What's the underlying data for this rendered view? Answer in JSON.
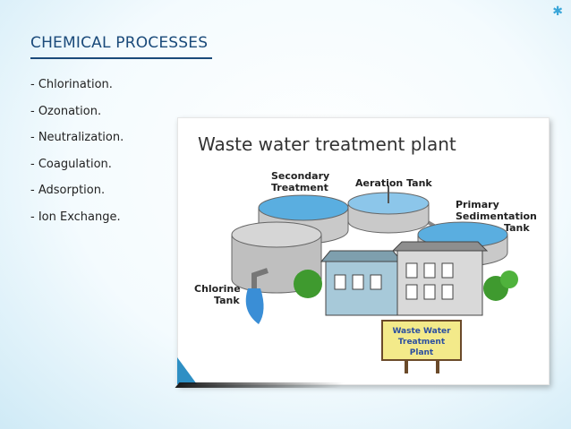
{
  "slide": {
    "title": "CHEMICAL PROCESSES",
    "bullets": [
      "- Chlorination.",
      "- Ozonation.",
      "- Neutralization.",
      "- Coagulation.",
      "- Adsorption.",
      "- Ion Exchange."
    ]
  },
  "figure": {
    "heading": "Waste water treatment plant",
    "labels": {
      "secondary": [
        "Secondary",
        "Treatment"
      ],
      "aeration": "Aeration Tank",
      "primary": [
        "Primary",
        "Sedimentation",
        "Tank"
      ],
      "chlorine": [
        "Chlorine",
        "Tank"
      ],
      "sign": [
        "Waste Water",
        "Treatment",
        "Plant"
      ]
    }
  },
  "colors": {
    "accent": "#3aa6d9",
    "title": "#1a4a7a",
    "water": "#5aaee0",
    "tank": "#c9c9c9",
    "building": "#a7c9d9",
    "sign": "#f3ea8a",
    "tree": "#3f9a2f"
  },
  "icons": {
    "corner": "star-icon"
  }
}
